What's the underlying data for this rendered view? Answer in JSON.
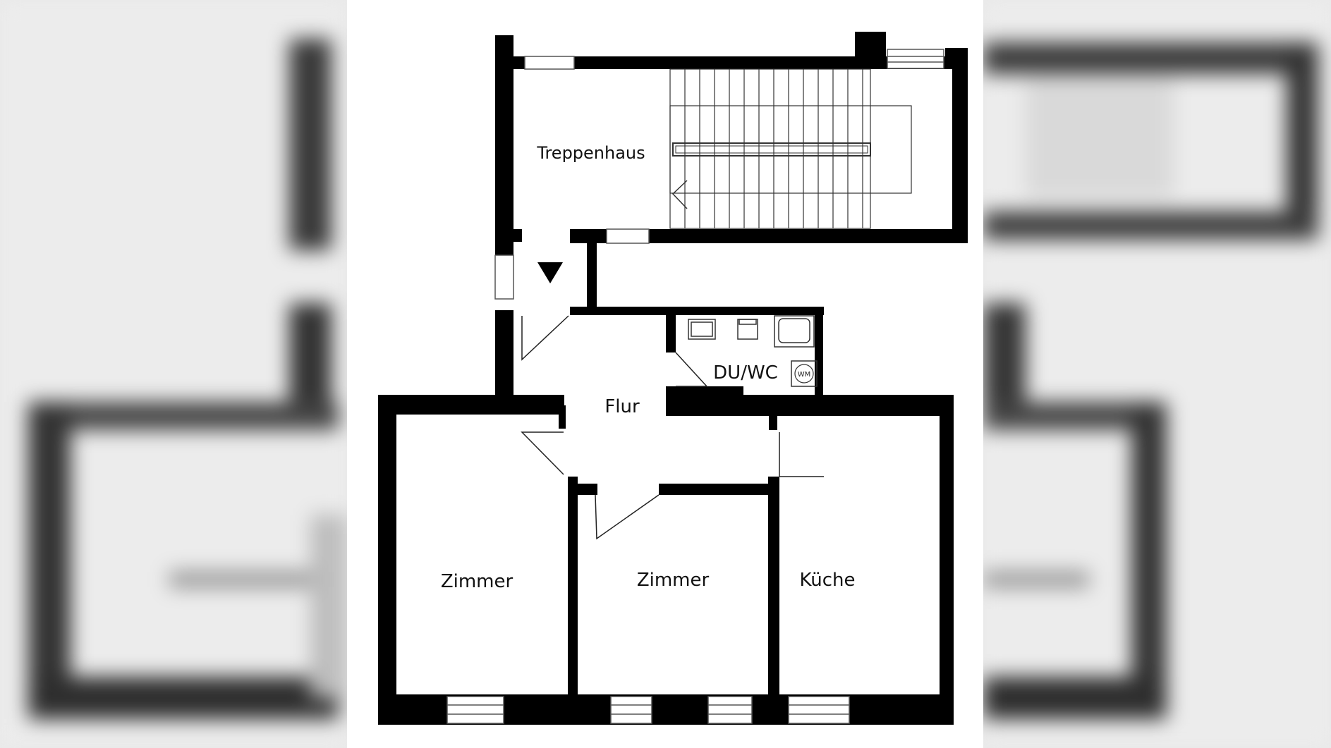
{
  "floorplan": {
    "rooms": {
      "stairwell": "Treppenhaus",
      "hallway": "Flur",
      "bathroom": "DU/WC",
      "room_left": "Zimmer",
      "room_middle": "Zimmer",
      "kitchen": "Küche"
    },
    "fixtures": {
      "washing_machine": "WM"
    }
  },
  "colors": {
    "wall": "#000000",
    "background": "#ffffff",
    "side_blur": "#e9e9e9"
  }
}
